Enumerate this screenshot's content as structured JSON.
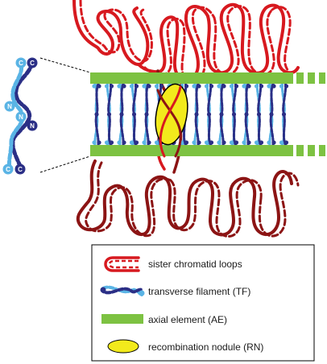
{
  "legend": {
    "loops_label": "sister chromatid loops",
    "tf_label": "transverse filament (TF)",
    "ae_label": "axial element (AE)",
    "rn_label": "recombination nodule (RN)"
  },
  "inset": {
    "top_c1": "C",
    "top_c2": "C",
    "mid_n1": "N",
    "mid_n2": "N",
    "mid_n3": "N",
    "bottom_c1": "C",
    "bottom_c2": "C"
  },
  "colors": {
    "loop_red": "#d7191f",
    "loop_dark": "#8c1414",
    "axial_green": "#7dc242",
    "tf_light": "#5ab4e5",
    "tf_dark": "#2b2f86",
    "nodule_yellow": "#f2ea1c"
  }
}
